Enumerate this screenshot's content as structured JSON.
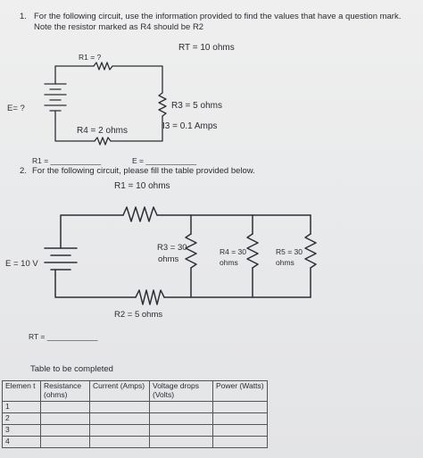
{
  "q1": {
    "number": "1.",
    "line1": "For the following circuit, use the information provided to find the values that have a question mark.",
    "line2": "Note the resistor marked as R4 should be R2",
    "rt": "RT = 10 ohms",
    "r1": "R1 = ?",
    "e": "E= ?",
    "r3": "R3 = 5 ohms",
    "i3": "I3 = 0.1 Amps",
    "r4": "R4 = 2 ohms",
    "blank_r1": "R1 = ____________",
    "blank_e": "E = ____________"
  },
  "q2": {
    "number": "2.",
    "line1": "For the following circuit, please fill the table provided below.",
    "r1": "R1 = 10 ohms",
    "e": "E = 10 V",
    "r3_a": "R3 = 30",
    "r3_b": "ohms",
    "r4_a": "R4 = 30",
    "r4_b": "ohms",
    "r5_a": "R5 = 30",
    "r5_b": "ohms",
    "r2": "R2 = 5 ohms",
    "rt_blank": "RT = ____________",
    "table_caption": "Table to be completed",
    "table": {
      "headers": [
        "Elemen t",
        "Resistance (ohms)",
        "Current (Amps)",
        "Voltage drops (Volts)",
        "Power (Watts)"
      ],
      "rows": [
        "1",
        "2",
        "3",
        "4"
      ]
    }
  }
}
